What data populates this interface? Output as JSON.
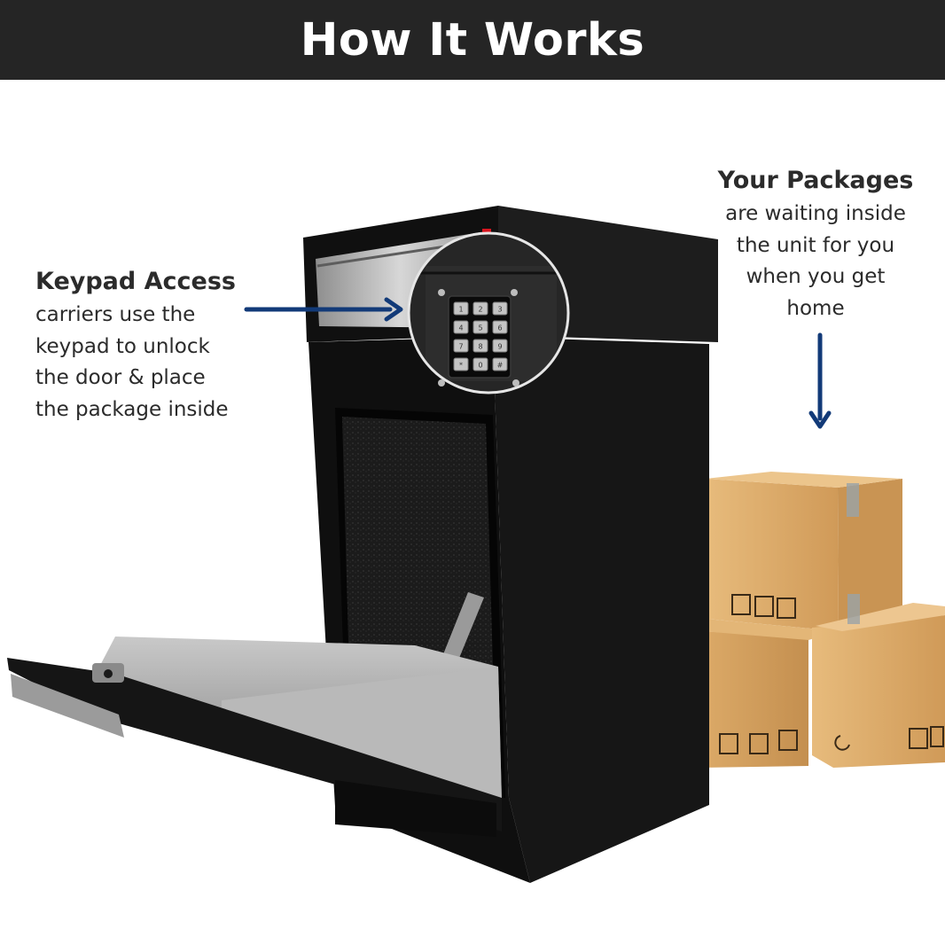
{
  "header": {
    "title": "How It Works"
  },
  "callouts": {
    "keypad": {
      "heading": "Keypad Access",
      "lines": [
        "carriers use the",
        "keypad to unlock",
        "the door & place",
        "the package inside"
      ]
    },
    "packages": {
      "heading": "Your Packages",
      "lines": [
        "are waiting inside",
        "the unit for you",
        "when you get",
        "home"
      ]
    }
  },
  "keypad": {
    "keys": [
      "1",
      "2",
      "3",
      "4",
      "5",
      "6",
      "7",
      "8",
      "9",
      "*",
      "0",
      "#"
    ]
  },
  "colors": {
    "header_bg": "#252525",
    "arrow": "#123a78",
    "unit_body": "#141414",
    "cardboard": "#d8a869"
  }
}
